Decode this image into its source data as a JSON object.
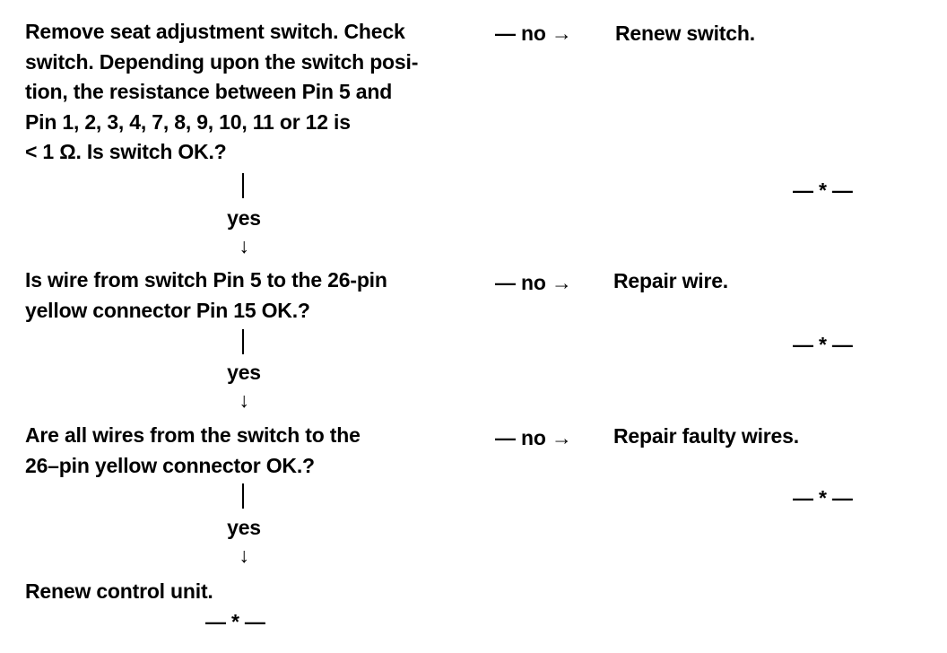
{
  "steps": [
    {
      "question_lines": [
        "Remove seat adjustment switch. Check",
        "switch. Depending upon the switch posi-",
        "tion, the resistance between Pin 5 and",
        "Pin 1, 2, 3, 4, 7, 8, 9, 10, 11 or 12 is",
        "< 1 Ω. Is switch OK.?"
      ],
      "no_label": "— no →",
      "no_action": "Renew switch.",
      "end_marker": "— * —",
      "yes_label": "yes",
      "down_arrow": "↓"
    },
    {
      "question_lines": [
        "Is wire from switch Pin 5 to the 26-pin",
        "yellow connector Pin 15 OK.?"
      ],
      "no_label": "— no →",
      "no_action": "Repair wire.",
      "end_marker": "— * —",
      "yes_label": "yes",
      "down_arrow": "↓"
    },
    {
      "question_lines": [
        "Are all wires from the switch to the",
        "26–pin yellow connector OK.?"
      ],
      "no_label": "— no →",
      "no_action": "Repair faulty wires.",
      "end_marker": "— * —",
      "yes_label": "yes",
      "down_arrow": "↓"
    }
  ],
  "final": {
    "action": "Renew control unit.",
    "end_marker": "— * —"
  }
}
